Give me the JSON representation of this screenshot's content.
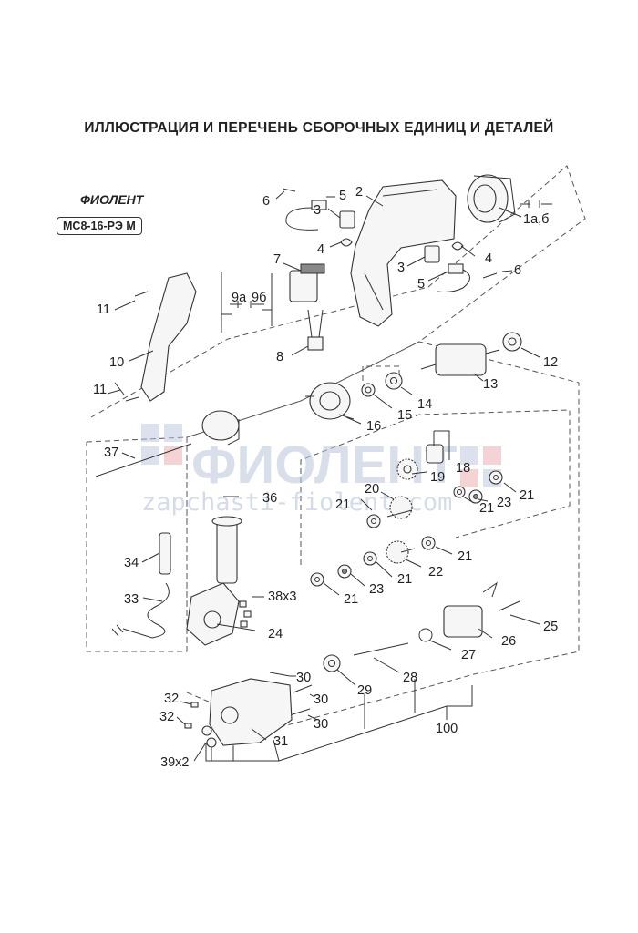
{
  "header": {
    "title": "ИЛЛЮСТРАЦИЯ И ПЕРЕЧЕНЬ СБОРОЧНЫХ ЕДИНИЦ И ДЕТАЛЕЙ",
    "brand": "ФИОЛЕНТ",
    "model": "МС8-16-РЭ М"
  },
  "watermark": {
    "logo_text": "ФИОЛЕНТ",
    "site_text": "zapchasti-fiolent.com"
  },
  "labels": {
    "l1": "1а,б",
    "l2": "2",
    "l3a": "3",
    "l3b": "3",
    "l4a": "4",
    "l4b": "4",
    "l5a": "5",
    "l5b": "5",
    "l6a": "6",
    "l6b": "6",
    "l7": "7",
    "l8": "8",
    "l9a": "9а",
    "l9b": "9б",
    "l10": "10",
    "l11a": "11",
    "l11b": "11",
    "l12": "12",
    "l13": "13",
    "l14": "14",
    "l15": "15",
    "l16": "16",
    "l18": "18",
    "l19": "19",
    "l20": "20",
    "l21a": "21",
    "l21b": "21",
    "l21c": "21",
    "l21d": "21",
    "l21e": "21",
    "l21f": "21",
    "l22": "22",
    "l23a": "23",
    "l23b": "23",
    "l24": "24",
    "l25": "25",
    "l26": "26",
    "l27": "27",
    "l28": "28",
    "l29": "29",
    "l30a": "30",
    "l30b": "30",
    "l30c": "30",
    "l31": "31",
    "l32a": "32",
    "l32b": "32",
    "l33": "33",
    "l34": "34",
    "l36": "36",
    "l37": "37",
    "l38": "38х3",
    "l39": "39х2",
    "l100": "100"
  }
}
